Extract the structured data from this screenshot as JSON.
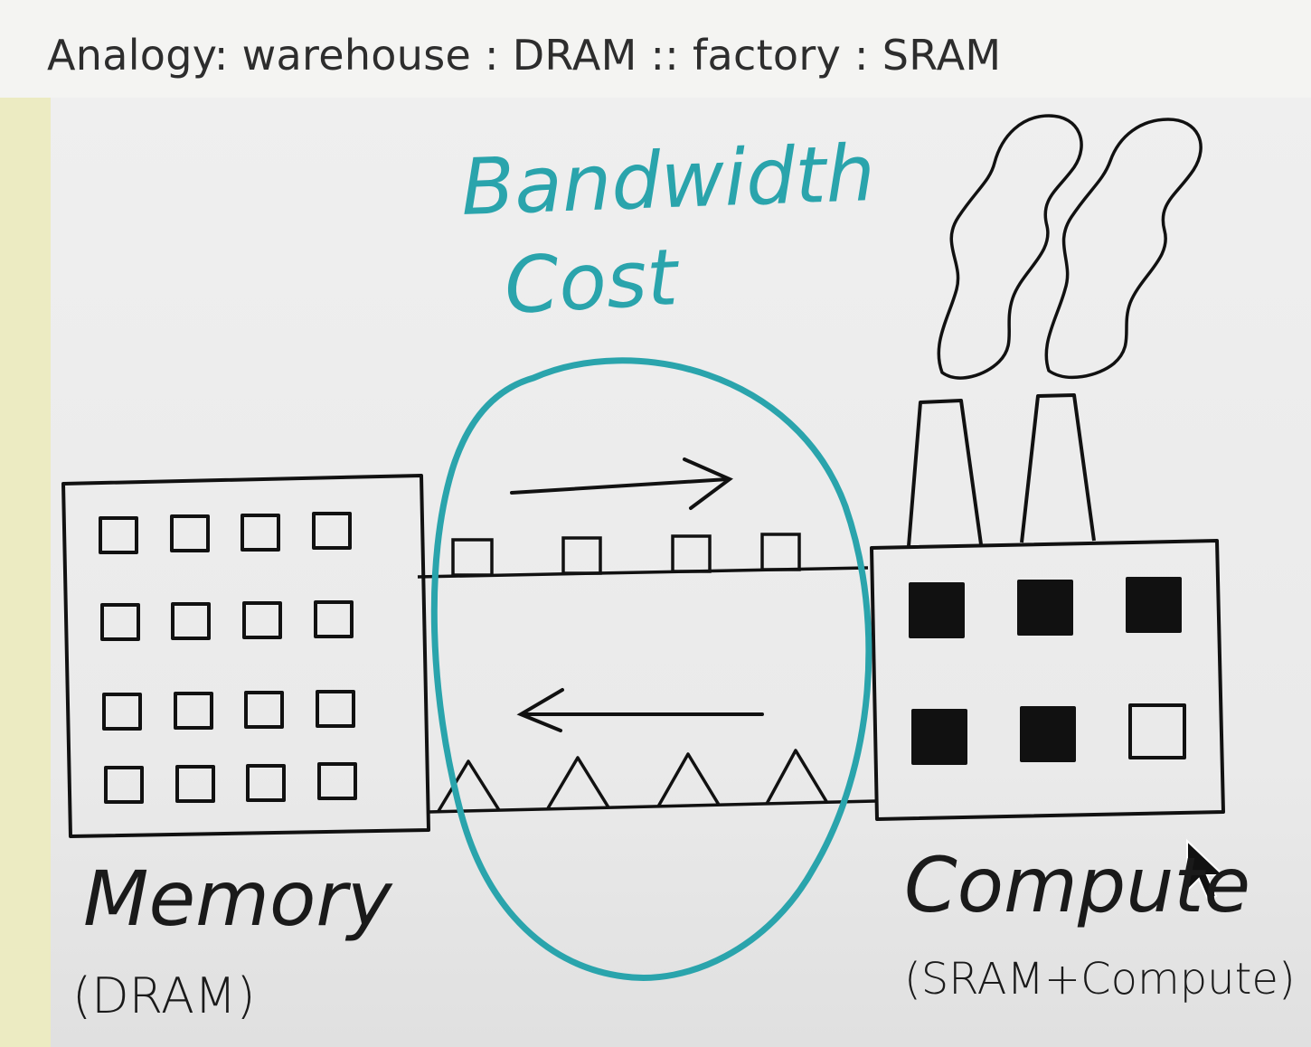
{
  "title": "Analogy: warehouse : DRAM :: factory : SRAM",
  "labels": {
    "bandwidth": "Bandwidth",
    "cost": "Cost",
    "memory": "Memory",
    "memory_sub": "(DRAM)",
    "compute": "Compute",
    "compute_sub": "(SRAM+Compute)"
  },
  "icons": {
    "warehouse": "warehouse-building-icon",
    "factory": "factory-building-icon",
    "cursor": "mouse-cursor-icon"
  },
  "colors": {
    "ink": "#111111",
    "teal": "#2aa4ac",
    "board": "#efefef",
    "left_strip": "#ecebc2"
  }
}
